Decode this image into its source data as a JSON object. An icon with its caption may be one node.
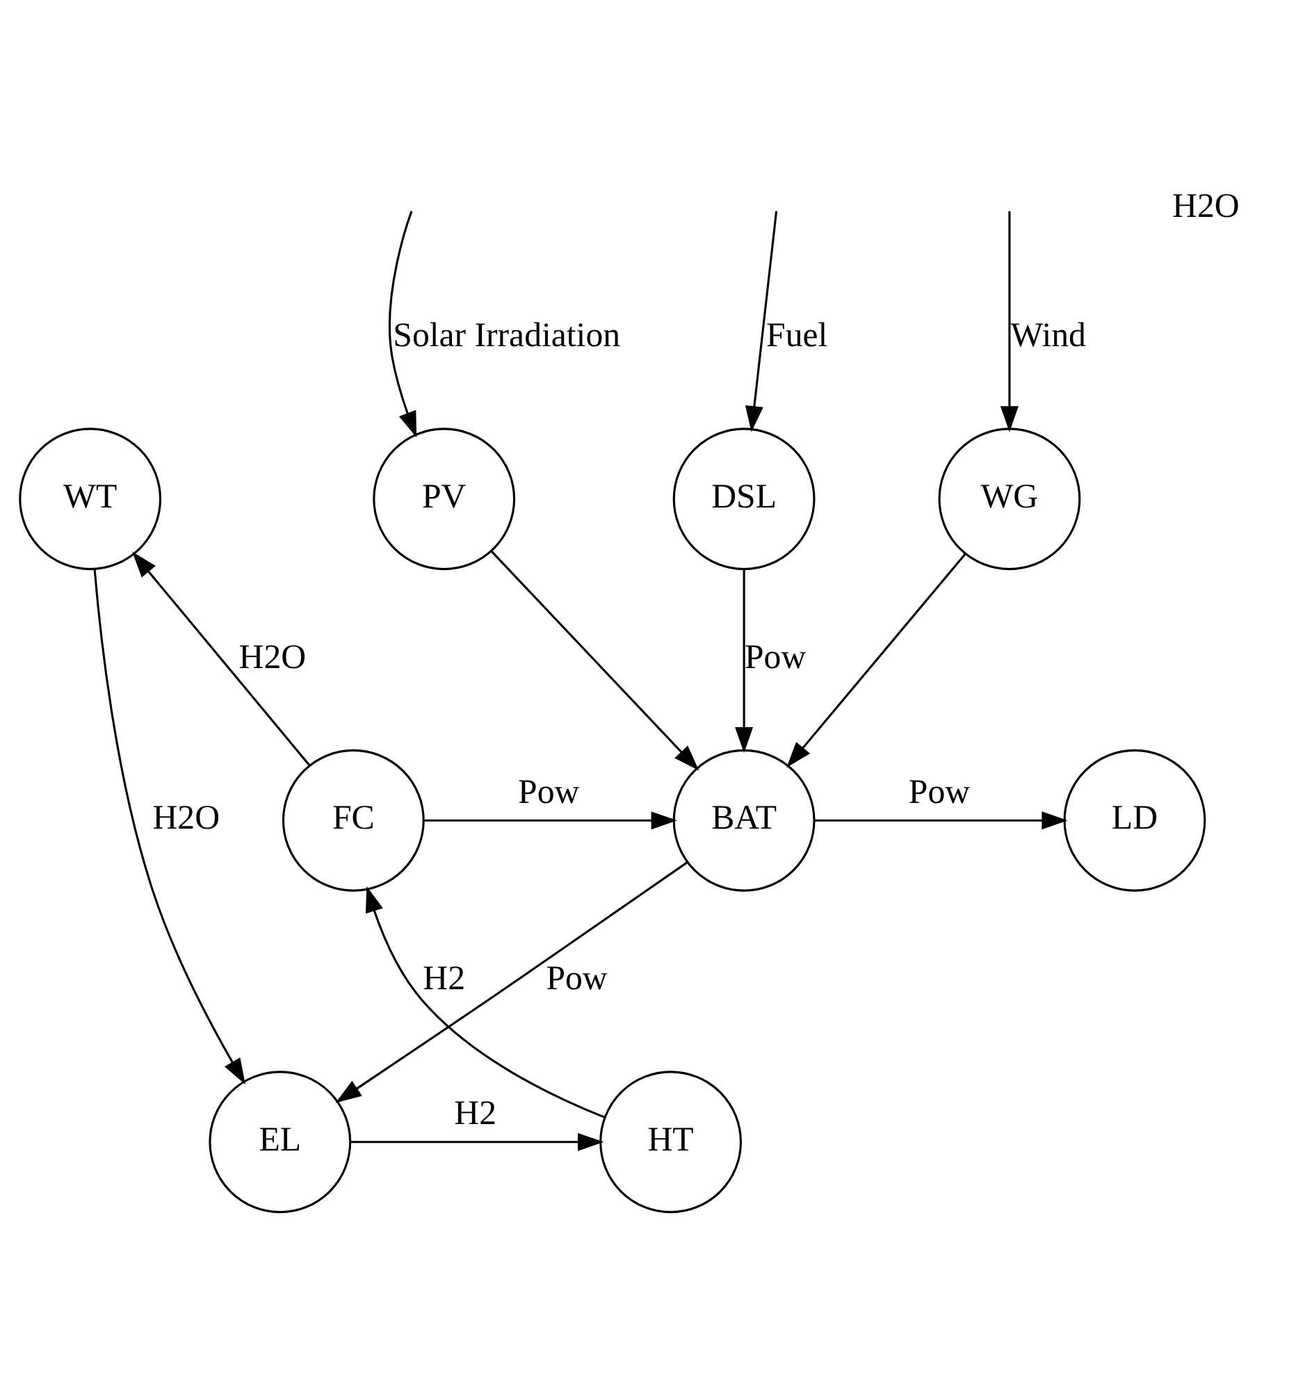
{
  "diagram": {
    "nodes": [
      {
        "text": [
          "WG"
        ]
      },
      {
        "text": [
          "PV"
        ]
      },
      {
        "text": [
          "DSL"
        ]
      },
      {
        "text": [
          "WT"
        ]
      },
      {
        "text": [
          "LD"
        ]
      },
      {
        "text": [
          "BAT"
        ]
      },
      {
        "text": [
          "FC"
        ]
      },
      {
        "text": [
          "EL"
        ]
      },
      {
        "text": [
          "HT"
        ]
      }
    ],
    "edges": [
      {
        "from": null,
        "to": 0,
        "arrow": "to",
        "label": "Wind"
      },
      {
        "from": null,
        "to": 1,
        "arrow": "to",
        "label": "Solar Irradiation"
      },
      {
        "from": null,
        "to": 2,
        "arrow": "to",
        "label": "Fuel"
      },
      {
        "from": 0,
        "to": 5,
        "arrow": "to"
      },
      {
        "from": 1,
        "to": 5,
        "arrow": "to"
      },
      {
        "from": 2,
        "to": 5,
        "arrow": "to",
        "label": "Pow"
      },
      {
        "from": 5,
        "to": 4,
        "arrow": "to",
        "label": "Pow"
      },
      {
        "from": 6,
        "to": 5,
        "arrow": "to",
        "label": "Pow"
      },
      {
        "from": 6,
        "to": 3,
        "arrow": "to",
        "label": "H2O"
      },
      {
        "from": 5,
        "to": 7,
        "arrow": "to",
        "label": "Pow"
      },
      {
        "from": 7,
        "to": 8,
        "arrow": "to",
        "label": "H2"
      },
      {
        "from": 8,
        "to": 6,
        "arrow": "to",
        "label": "H2"
      },
      {
        "from": 3,
        "to": 7,
        "arrow": "to",
        "label": "H2O"
      }
    ],
    "labels": [
      "H2O"
    ]
  }
}
